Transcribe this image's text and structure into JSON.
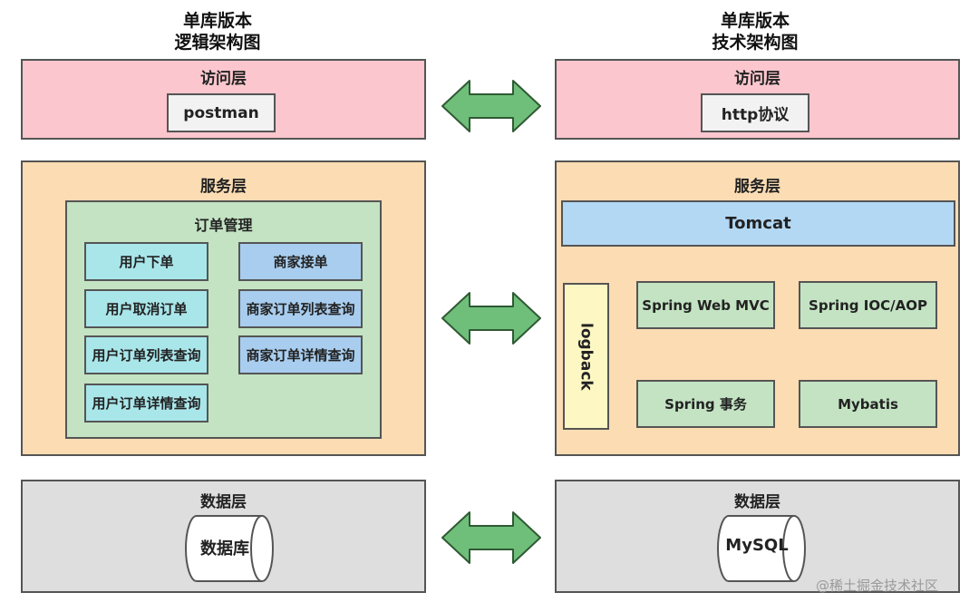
{
  "left": {
    "title_line1": "单库版本",
    "title_line2": "逻辑架构图",
    "access_layer": {
      "label": "访问层",
      "item": "postman"
    },
    "service_layer": {
      "label": "服务层",
      "module": {
        "label": "订单管理",
        "col1": [
          "用户下单",
          "用户取消订单",
          "用户订单列表查询",
          "用户订单详情查询"
        ],
        "col2": [
          "商家接单",
          "商家订单列表查询",
          "商家订单详情查询"
        ]
      }
    },
    "data_layer": {
      "label": "数据层",
      "db": "数据库"
    }
  },
  "right": {
    "title_line1": "单库版本",
    "title_line2": "技术架构图",
    "access_layer": {
      "label": "访问层",
      "item": "http协议"
    },
    "service_layer": {
      "label": "服务层",
      "container": "Tomcat",
      "logging": "logback",
      "frameworks": [
        "Spring Web MVC",
        "Spring IOC/AOP",
        "Spring 事务",
        "Mybatis"
      ]
    },
    "data_layer": {
      "label": "数据层",
      "db": "MySQL"
    }
  },
  "watermark": "@稀土掘金技术社区",
  "colors": {
    "access": "#fbc6cd",
    "service": "#fbdcb3",
    "data": "#dedede",
    "module": "#c3e3c3",
    "user_items": "#a9e6ea",
    "merchant_items": "#a8cdee",
    "tomcat": "#b3d8f4",
    "logback": "#fdf7c3",
    "arrow": "#6fbf7a"
  }
}
